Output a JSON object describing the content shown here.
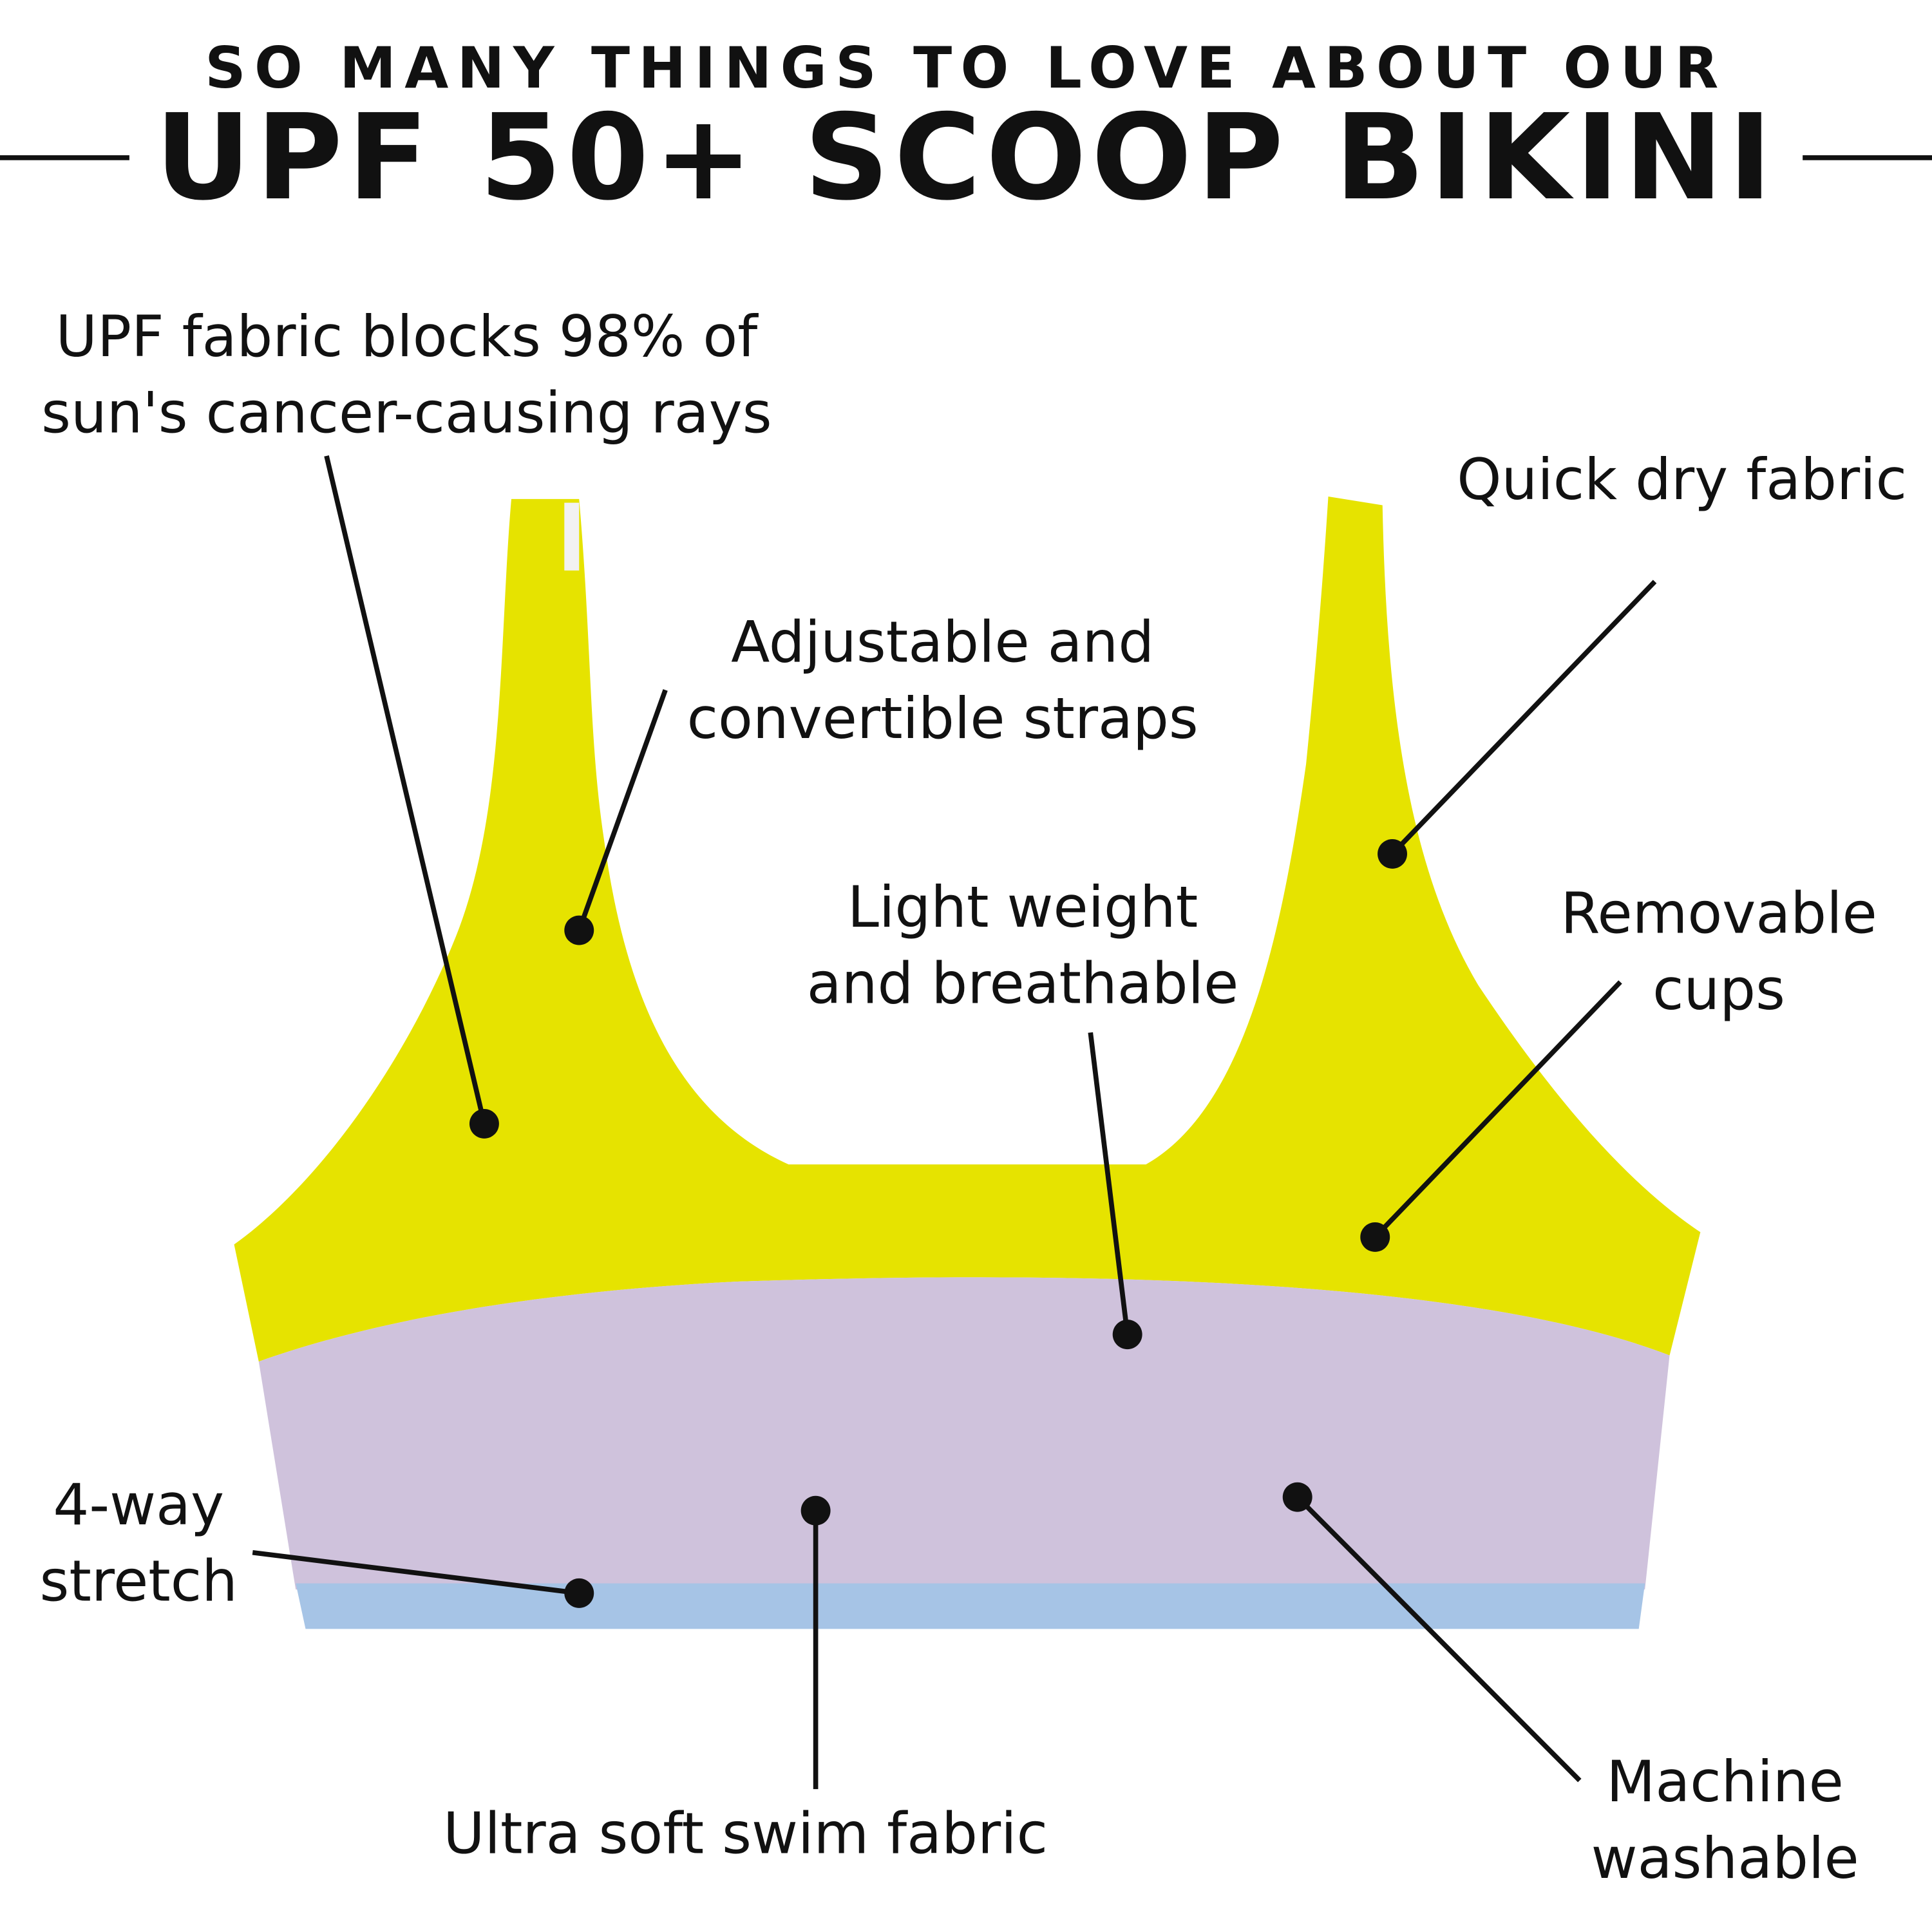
{
  "header": {
    "line1": "SO MANY THINGS TO LOVE ABOUT OUR",
    "line2": "UPF 50+ SCOOP BIKINI"
  },
  "colors": {
    "yellow": "#e6e300",
    "lavender": "#cfc2dc",
    "blue": "#a6c4e6",
    "ink": "#111111"
  },
  "features": [
    {
      "l1": "UPF fabric blocks 98% of",
      "l2": "sun's cancer-causing rays"
    },
    {
      "l1": "Adjustable and",
      "l2": "convertible straps"
    },
    {
      "l1": "Quick dry fabric"
    },
    {
      "l1": "Light weight",
      "l2": "and breathable"
    },
    {
      "l1": "Removable",
      "l2": "cups"
    },
    {
      "l1": "4-way",
      "l2": "stretch"
    },
    {
      "l1": "Ultra soft swim fabric"
    },
    {
      "l1": "Machine",
      "l2": "washable"
    }
  ]
}
